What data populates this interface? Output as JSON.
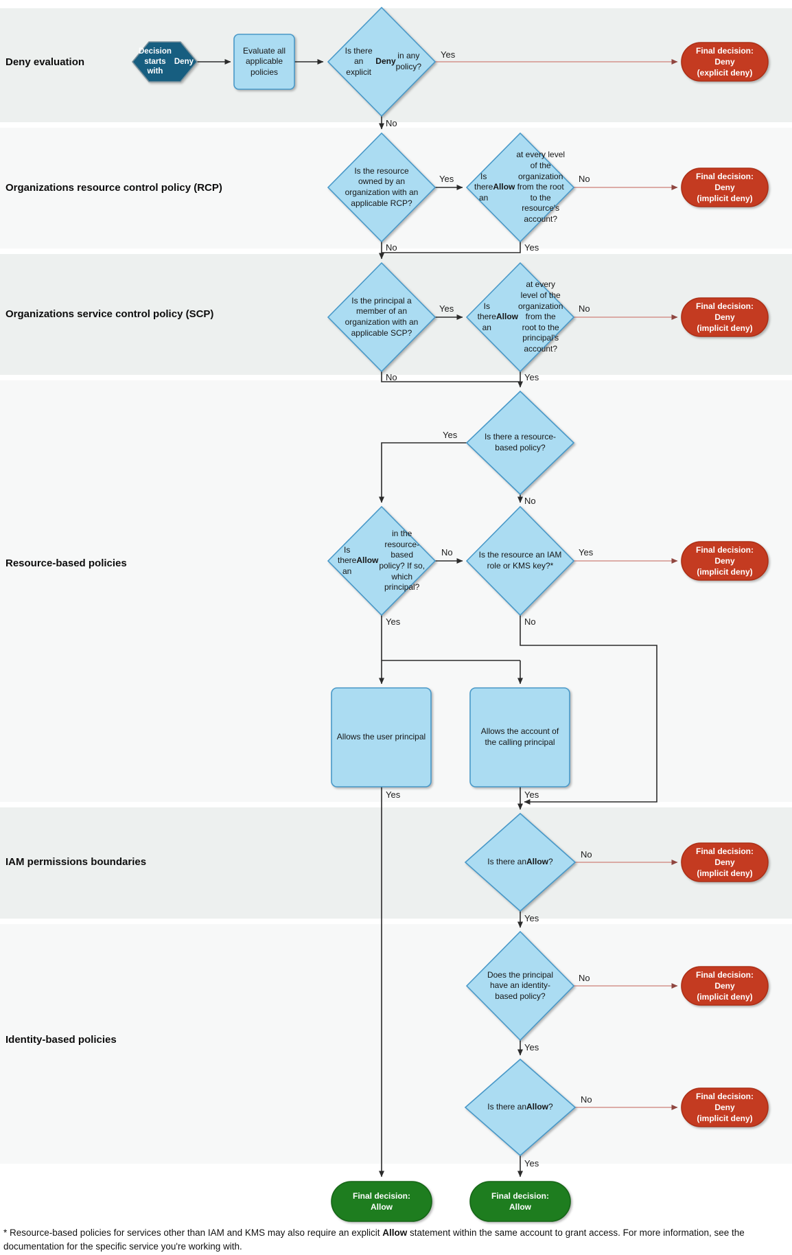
{
  "bands": {
    "deny_evaluation": {
      "label": "Deny evaluation"
    },
    "rcp": {
      "label": "Organizations resource control policy (RCP)"
    },
    "scp": {
      "label": "Organizations service control policy (SCP)"
    },
    "resource_based": {
      "label": "Resource-based policies"
    },
    "permissions_boundaries": {
      "label": "IAM permissions boundaries"
    },
    "identity_based": {
      "label": "Identity-based policies"
    }
  },
  "nodes": {
    "start": "Decision starts with **Deny**",
    "evaluate": "Evaluate all applicable policies",
    "q_explicit_deny": "Is there an explicit **Deny** in any policy?",
    "q_rcp_applicable": "Is the resource owned by an organization with an applicable RCP?",
    "q_rcp_allow": "Is there an **Allow** at every level of the organization from the root to the resource's account?",
    "q_scp_applicable": "Is the principal a member of an organization with an applicable SCP?",
    "q_scp_allow": "Is there an **Allow** at every level of the organization from the root to the principal's account?",
    "q_rbp_exists": "Is there a resource-based policy?",
    "q_rbp_allow": "Is there an **Allow** in the resource-based policy? If so, which principal?",
    "q_iam_kms": "Is the resource an IAM role or KMS key?*",
    "allows_user": "Allows the user principal",
    "allows_account": "Allows the account of the calling principal",
    "q_pb_allow": "Is there an **Allow**?",
    "q_ibp_exists": "Does the principal have an identity-based policy?",
    "q_ibp_allow": "Is there an **Allow**?"
  },
  "edge_labels": {
    "yes": "Yes",
    "no": "No"
  },
  "outcomes": {
    "deny_explicit": {
      "line1": "Final decision:",
      "line2": "Deny",
      "line3": "(explicit deny)"
    },
    "deny_implicit": {
      "line1": "Final decision:",
      "line2": "Deny",
      "line3": "(implicit deny)"
    },
    "allow": {
      "line1": "Final decision:",
      "line2": "Allow"
    }
  },
  "footnote": "* Resource-based policies for services other than IAM and KMS may also require an explicit **Allow** statement within the same account to grant access. For more information, see the documentation for the specific service you're working with.",
  "colors": {
    "band_gray": "#edf0ef",
    "band_light": "#f7f8f8",
    "node_fill": "#abdcf2",
    "node_stroke": "#4898c8",
    "start_fill": "#175e80",
    "start_stroke": "#78909c",
    "deny_fill": "#c43b21",
    "deny_stroke": "#ad2f16",
    "allow_fill": "#1e7d1f",
    "allow_stroke": "#166517",
    "line": "#2b2b2b",
    "deny_line": "#d4928c",
    "deny_arrow": "#8f4640"
  }
}
